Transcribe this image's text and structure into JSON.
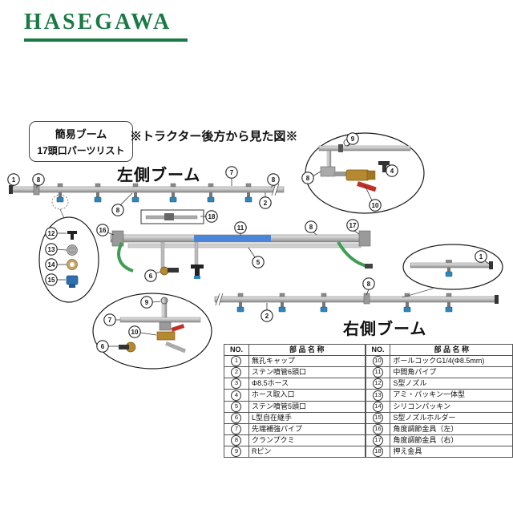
{
  "logo": {
    "text": "HASEGAWA",
    "color": "#1a7a45"
  },
  "title_box": {
    "line1": "簡易ブーム",
    "line2": "17頭口パーツリスト"
  },
  "note": "※トラクター後方から見た図※",
  "boom_labels": {
    "left": "左側ブーム",
    "right": "右側ブーム"
  },
  "callouts": {
    "top_boom": [
      "1",
      "8",
      "7",
      "8",
      "2",
      "8"
    ],
    "valve_detail": [
      "9",
      "8",
      "4",
      "10"
    ],
    "nozzle_detail": [
      "12",
      "13",
      "14",
      "15"
    ],
    "middle": [
      "16",
      "18",
      "11",
      "8",
      "17",
      "5",
      "6"
    ],
    "pipe_end_detail": [
      "1"
    ],
    "joint_detail": [
      "9",
      "7",
      "10",
      "6"
    ],
    "right_boom": [
      "8",
      "2"
    ]
  },
  "colors": {
    "pipe_gray": "#b8b8b8",
    "nozzle_blue": "#2f86b8",
    "hose_green": "#3f9e53",
    "brass": "#b5892f",
    "handle_red": "#c03028",
    "logo_green": "#1a7a45",
    "band_blue": "#4a86d8"
  },
  "table": {
    "header_no": "NO.",
    "header_name": "部 品 名 称",
    "left_rows": [
      {
        "no": "1",
        "name": "無孔キャップ"
      },
      {
        "no": "2",
        "name": "ステン噴管6頭口"
      },
      {
        "no": "3",
        "name": "Φ8.5ホース"
      },
      {
        "no": "4",
        "name": "ホース取入口"
      },
      {
        "no": "5",
        "name": "ステン噴管5頭口"
      },
      {
        "no": "6",
        "name": "L型自在継手"
      },
      {
        "no": "7",
        "name": "先端補強パイプ"
      },
      {
        "no": "8",
        "name": "クランプクミ"
      },
      {
        "no": "9",
        "name": "Rピン"
      }
    ],
    "right_rows": [
      {
        "no": "10",
        "name": "ボールコックG1/4(Φ8.5mm)"
      },
      {
        "no": "11",
        "name": "中間角パイプ"
      },
      {
        "no": "12",
        "name": "S型ノズル"
      },
      {
        "no": "13",
        "name": "アミ・パッキン一体型"
      },
      {
        "no": "14",
        "name": "シリコンパッキン"
      },
      {
        "no": "15",
        "name": "S型ノズルホルダー"
      },
      {
        "no": "16",
        "name": "角度調節金具（左）"
      },
      {
        "no": "17",
        "name": "角度調節金具（右）"
      },
      {
        "no": "18",
        "name": "押え金具"
      }
    ]
  }
}
